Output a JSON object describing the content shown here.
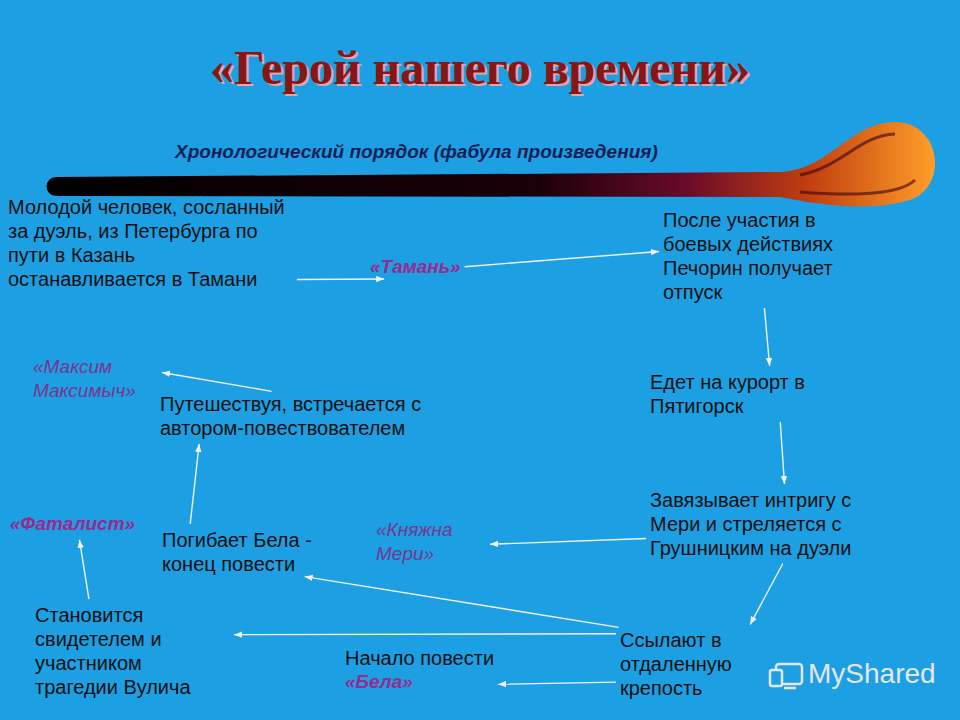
{
  "diagram": {
    "title": "«Герой нашего времени»",
    "nodes": [
      {
        "text": [
          "Молодой человек, сосланный за дуэль, из Петербурга по пути в Казань останавливается в Тамани"
        ]
      },
      {
        "text": [
          "«Тамань»"
        ]
      },
      {
        "text": [
          "После участия в боевых действиях Печорин получает отпуск"
        ]
      },
      {
        "text": [
          "«Максим Максимыч»"
        ]
      },
      {
        "text": [
          "Путешествуя, встречается с автором-повествователем"
        ]
      },
      {
        "text": [
          "Едет на курорт в Пятигорск"
        ]
      },
      {
        "text": [
          "Завязывает интригу с Мери и стреляется с Грушницким на дуэли"
        ]
      },
      {
        "text": [
          "«Фаталист»"
        ]
      },
      {
        "text": [
          "Погибает Бела - конец повести"
        ]
      },
      {
        "text": [
          "«Княжна Мери»"
        ]
      },
      {
        "text": [
          "Становится свидетелем и участником трагедии Вулича"
        ]
      },
      {
        "text": [
          "Начало повести",
          "«Бела»"
        ]
      },
      {
        "text": [
          "Ссылают в отдаленную крепость"
        ]
      }
    ],
    "edges": [
      {
        "from": 0,
        "to": 1,
        "arrow": "to"
      },
      {
        "from": 1,
        "to": 2,
        "arrow": "to"
      },
      {
        "from": 2,
        "to": 5,
        "arrow": "to"
      },
      {
        "from": 5,
        "to": 6,
        "arrow": "to"
      },
      {
        "from": 6,
        "to": 9,
        "arrow": "to"
      },
      {
        "from": 6,
        "to": 12,
        "arrow": "to"
      },
      {
        "from": 12,
        "to": 11,
        "arrow": "to"
      },
      {
        "from": 12,
        "to": 10,
        "arrow": "to"
      },
      {
        "from": 12,
        "to": 8,
        "arrow": "to"
      },
      {
        "from": 10,
        "to": 7,
        "arrow": "to"
      },
      {
        "from": 8,
        "to": 4,
        "arrow": "to"
      },
      {
        "from": 4,
        "to": 3,
        "arrow": "to"
      }
    ],
    "labels": [
      "Хронологический порядок (фабула произведения)",
      "MyShared"
    ]
  }
}
